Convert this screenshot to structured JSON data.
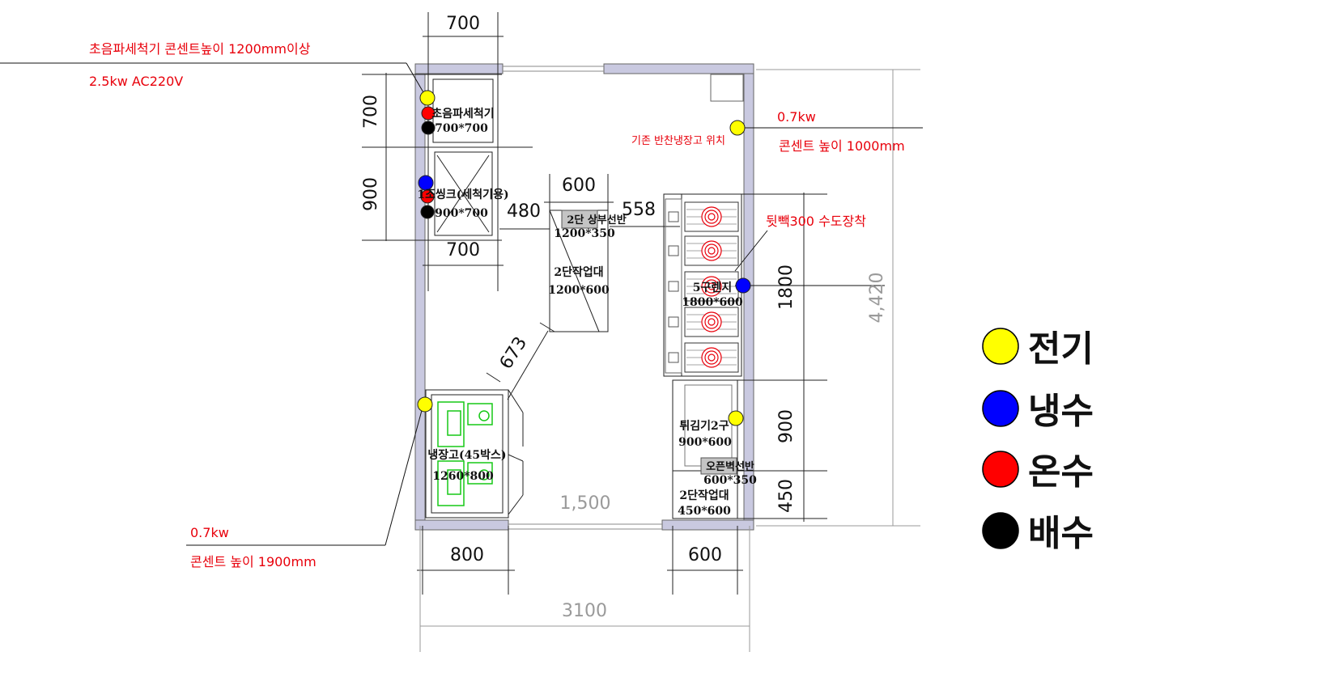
{
  "annotations": {
    "ultrasonic_outlet": "초음파세척기 콘센트높이 1200mm이상",
    "ultrasonic_power": "2.5kw AC220V",
    "fridge_old_power": "0.7kw",
    "fridge_old_outlet": "콘센트 높이 1000mm",
    "fridge_old_position": "기존 반찬냉장고 위치",
    "back_faucet": "뒷빽300 수도장착",
    "fridge_power": "0.7kw",
    "fridge_outlet": "콘센트 높이 1900mm"
  },
  "dimensions": {
    "top_700": "700",
    "left_700": "700",
    "left_900": "900",
    "mid_700": "700",
    "d_480": "480",
    "d_600": "600",
    "d_558": "558",
    "d_673": "673",
    "d_1500": "1,500",
    "d_4420": "4,420",
    "r_1800": "1800",
    "r_900": "900",
    "r_450": "450",
    "b_800": "800",
    "b_600": "600",
    "total_3100": "3100"
  },
  "equipment": {
    "ultrasonic_name": "초음파세척기",
    "ultrasonic_size": "700*700",
    "sink_name": "1조씽크(세척기용)",
    "sink_size": "900*700",
    "shelf_name": "2단 상부선반",
    "shelf_size": "1200*350",
    "worktable_name": "2단작업대",
    "worktable_size": "1200*600",
    "range_name": "5구렌지",
    "range_size": "1800*600",
    "fryer_name": "튀김기2구",
    "fryer_size": "900*600",
    "open_shelf_name": "오픈벽선반",
    "open_shelf_size": "600*350",
    "small_table_name": "2단작업대",
    "small_table_size": "450*600",
    "fridge_name": "냉장고(45박스)",
    "fridge_size": "1260*800"
  },
  "legend": [
    {
      "label": "전기",
      "color": "#ffff00"
    },
    {
      "label": "냉수",
      "color": "#0000ff"
    },
    {
      "label": "온수",
      "color": "#ff0000"
    },
    {
      "label": "배수",
      "color": "#000000"
    }
  ]
}
